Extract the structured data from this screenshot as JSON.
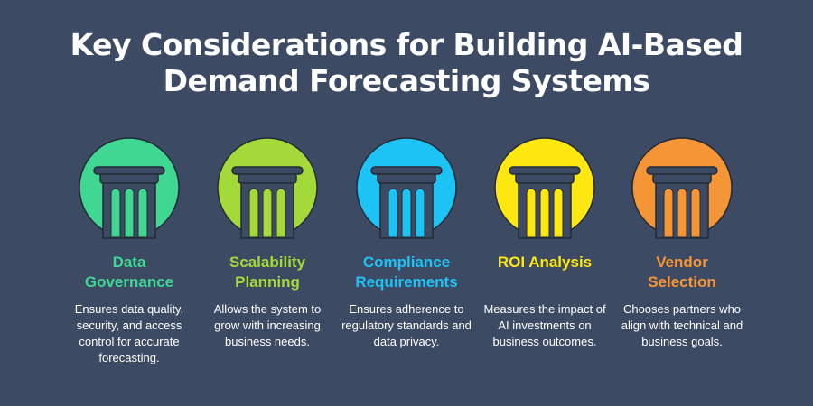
{
  "title": {
    "line1": "Key Considerations for Building AI-Based",
    "line2": "Demand Forecasting Systems"
  },
  "items": [
    {
      "heading1": "Data",
      "heading2": "Governance",
      "color": "#3fd792",
      "icon": "pillar-icon",
      "desc": "Ensures data quality, security, and access control for accurate forecasting."
    },
    {
      "heading1": "Scalability",
      "heading2": "Planning",
      "color": "#a4d93a",
      "icon": "pillar-icon",
      "desc": "Allows the system to grow with increasing business needs."
    },
    {
      "heading1": "Compliance",
      "heading2": "Requirements",
      "color": "#1ec3f5",
      "icon": "pillar-icon",
      "desc": "Ensures adherence to regulatory standards and data privacy."
    },
    {
      "heading1": "ROI Analysis",
      "heading2": "",
      "color": "#ffe812",
      "icon": "pillar-icon",
      "desc": "Measures the impact of AI investments on business outcomes."
    },
    {
      "heading1": "Vendor",
      "heading2": "Selection",
      "color": "#f69535",
      "icon": "pillar-icon",
      "desc": "Chooses partners who align with technical and business goals."
    }
  ]
}
